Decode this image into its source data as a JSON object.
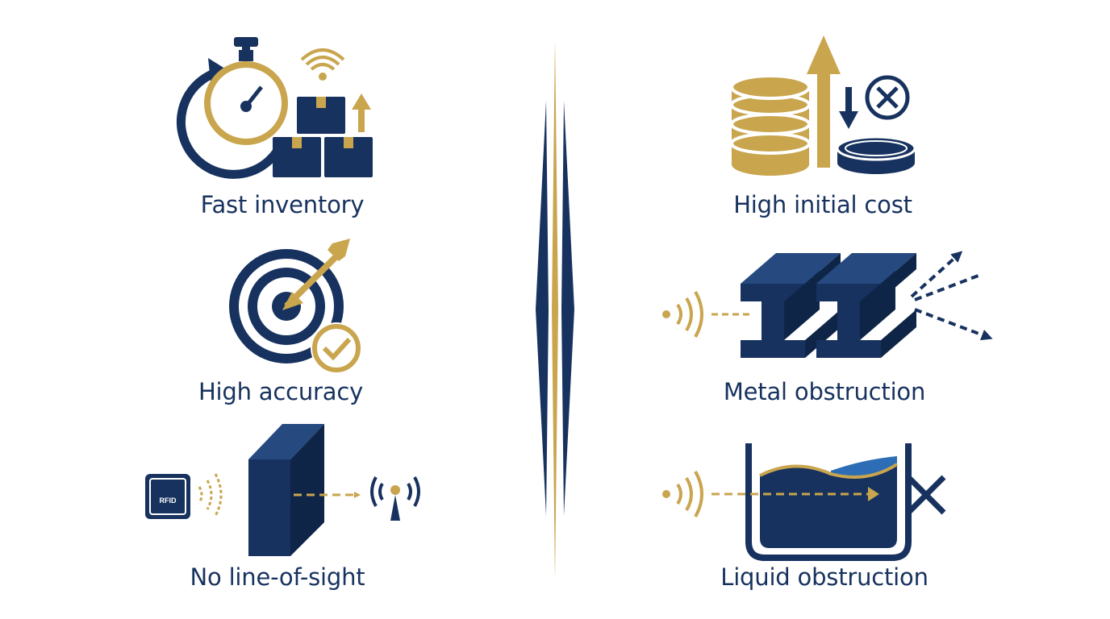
{
  "colors": {
    "navy": "#17325f",
    "gold": "#c9a54e",
    "water": "#2d6db5",
    "background": "#ffffff"
  },
  "advantages": [
    {
      "label": "Fast inventory",
      "icon": "stopwatch-boxes-icon"
    },
    {
      "label": "High accuracy",
      "icon": "target-arrow-check-icon"
    },
    {
      "label": "No line-of-sight",
      "icon": "rfid-wall-signal-icon"
    }
  ],
  "disadvantages": [
    {
      "label": "High initial cost",
      "icon": "coins-arrow-icon"
    },
    {
      "label": "Metal obstruction",
      "icon": "metal-beam-icon"
    },
    {
      "label": "Liquid obstruction",
      "icon": "liquid-container-icon"
    }
  ],
  "rfid_tag_text": "RFID"
}
